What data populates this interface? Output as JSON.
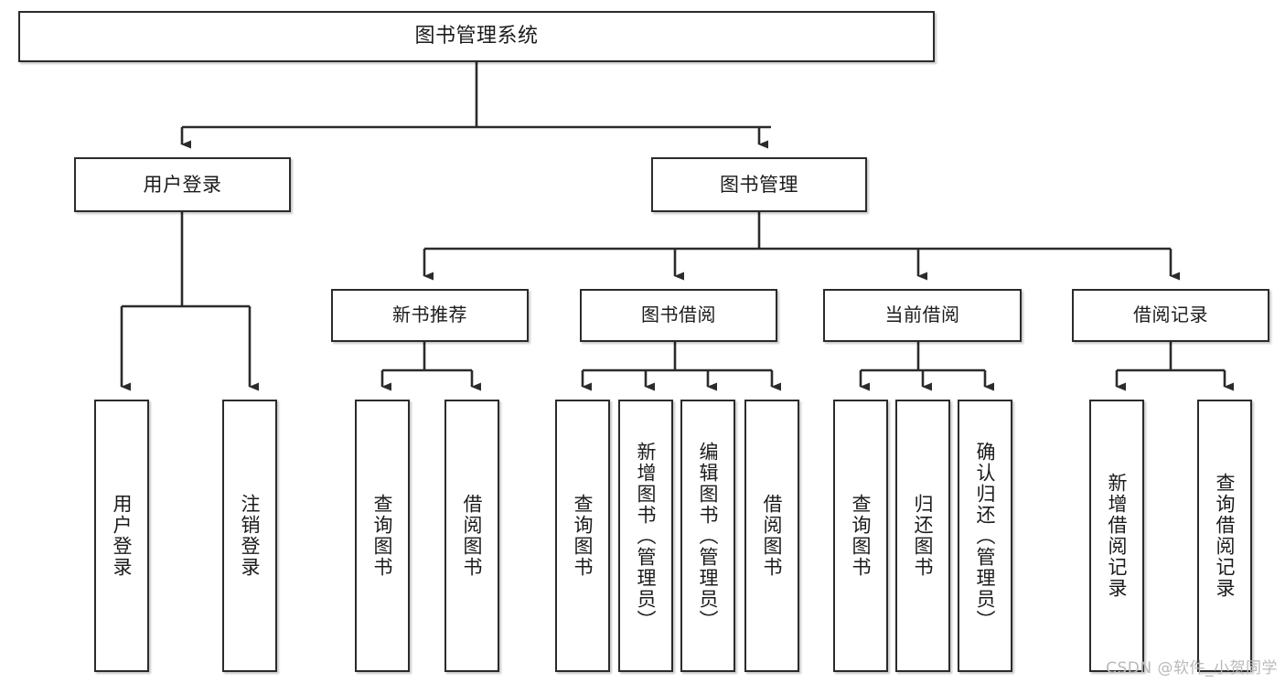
{
  "diagram": {
    "title": "图书管理系统",
    "type": "hierarchy-tree",
    "watermark": "CSDN @软件_小贺同学",
    "colors": {
      "node_border": "#2b2b2b",
      "node_fill": "#ffffff",
      "connector": "#2b2b2b",
      "text": "#1b1b1b",
      "watermark": "#b9b9b9",
      "background": "#ffffff"
    },
    "root": {
      "label": "图书管理系统"
    },
    "level1": [
      {
        "label": "用户登录"
      },
      {
        "label": "图书管理"
      }
    ],
    "level2": [
      {
        "label": "新书推荐"
      },
      {
        "label": "图书借阅"
      },
      {
        "label": "当前借阅"
      },
      {
        "label": "借阅记录"
      }
    ],
    "leaves": {
      "user_login": [
        {
          "label": "用户登录"
        },
        {
          "label": "注销登录"
        }
      ],
      "new_book_recommend": [
        {
          "label": "查询图书"
        },
        {
          "label": "借阅图书"
        }
      ],
      "book_borrow": [
        {
          "label": "查询图书"
        },
        {
          "label": "新增图书（管理员）"
        },
        {
          "label": "编辑图书（管理员）"
        },
        {
          "label": "借阅图书"
        }
      ],
      "current_borrow": [
        {
          "label": "查询图书"
        },
        {
          "label": "归还图书"
        },
        {
          "label": "确认归还（管理员）"
        }
      ],
      "borrow_record": [
        {
          "label": "新增借阅记录"
        },
        {
          "label": "查询借阅记录"
        }
      ]
    }
  }
}
